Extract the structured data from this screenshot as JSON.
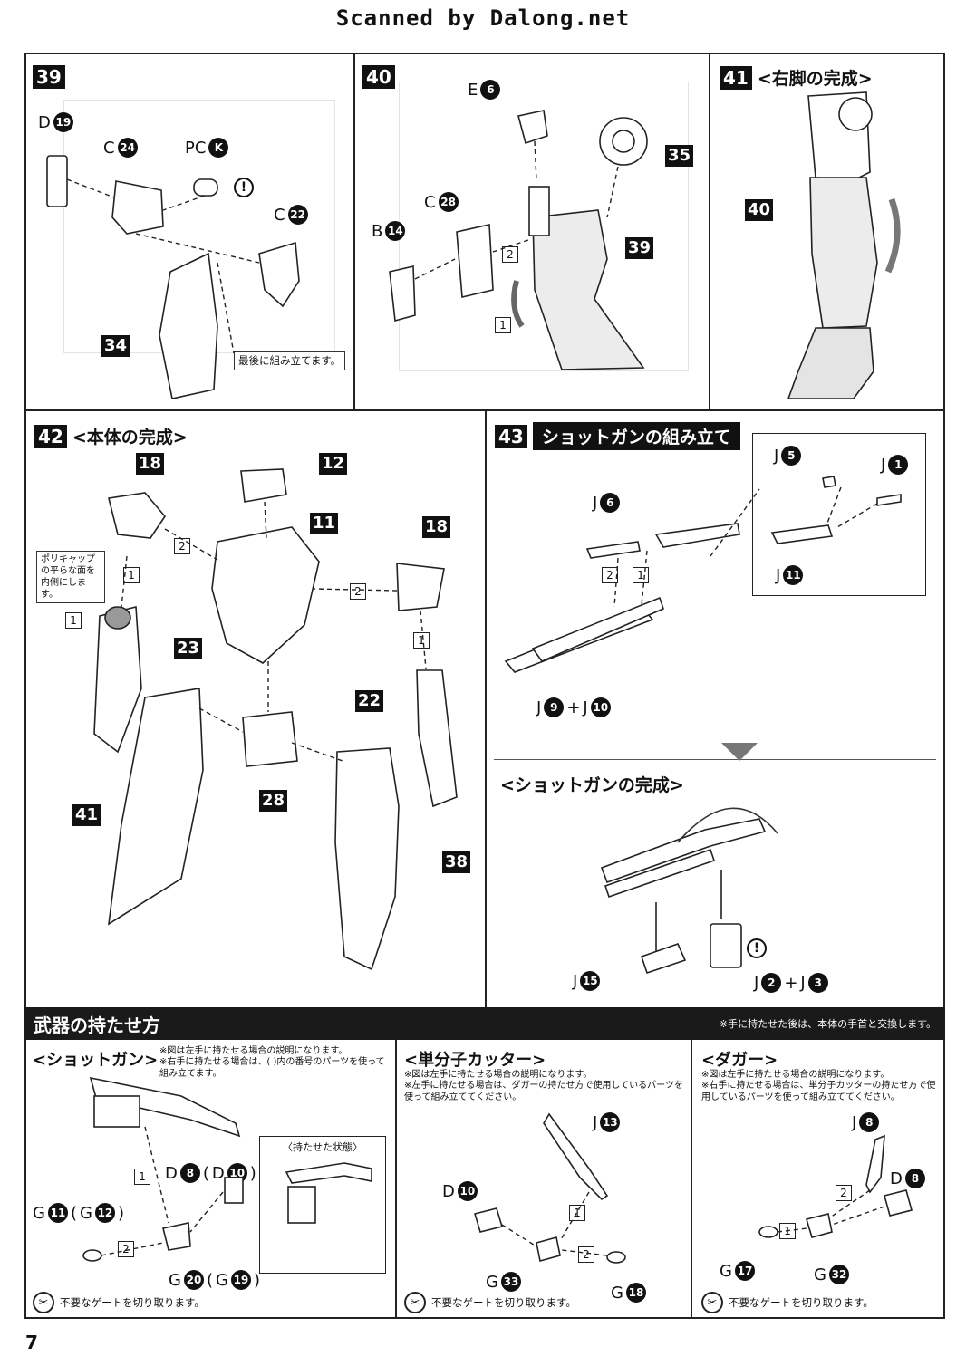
{
  "scan_header": "Scanned by Dalong.net",
  "steps": {
    "s39": {
      "num": "39",
      "parts": {
        "d19": "D",
        "d19n": "19",
        "c24": "C",
        "c24n": "24",
        "pck": "PC",
        "pckn": "K",
        "c22": "C",
        "c22n": "22",
        "p34": "34"
      },
      "note": "最後に組み立てます。"
    },
    "s40": {
      "num": "40",
      "parts": {
        "e6": "E",
        "e6n": "6",
        "p35": "35",
        "c28": "C",
        "c28n": "28",
        "b14": "B",
        "b14n": "14",
        "p39": "39"
      },
      "seq": [
        "1",
        "2"
      ]
    },
    "s41": {
      "num": "41",
      "title": "<右脚の完成>",
      "parts": {
        "p40": "40"
      }
    },
    "s42": {
      "num": "42",
      "title": "<本体の完成>",
      "parts": {
        "p18a": "18",
        "p12": "12",
        "p11": "11",
        "p18b": "18",
        "p23": "23",
        "p22": "22",
        "p41": "41",
        "p28": "28",
        "p38": "38"
      },
      "note": "ポリキャップの平らな面を内側にします。",
      "seq": [
        "1",
        "2"
      ]
    },
    "s43": {
      "num": "43",
      "title": "ショットガンの組み立て",
      "parts": {
        "j5": "J",
        "j5n": "5",
        "j1": "J",
        "j1n": "1",
        "j6": "J",
        "j6n": "6",
        "j11": "J",
        "j11n": "11",
        "j9": "J",
        "j9n": "9",
        "j10": "J",
        "j10n": "10",
        "j15": "J",
        "j15n": "15",
        "j2": "J",
        "j2n": "2",
        "j3": "J",
        "j3n": "3"
      },
      "complete_title": "<ショットガンの完成>",
      "seq": [
        "1",
        "2"
      ]
    }
  },
  "weapons": {
    "title": "武器の持たせ方",
    "note": "※手に持たせた後は、本体の手首と交換します。",
    "shotgun": {
      "title": "<ショットガン>",
      "notes": [
        "※図は左手に持たせる場合の説明になります。",
        "※右手に持たせる場合は、( )内の番号のパーツを使って組み立てます。"
      ],
      "held_label": "〈持たせた状態〉",
      "parts": {
        "d8": "D",
        "d8n": "8",
        "d10": "D",
        "d10n": "10",
        "g11": "G",
        "g11n": "11",
        "g12": "G",
        "g12n": "12",
        "g20": "G",
        "g20n": "20",
        "g19": "G",
        "g19n": "19"
      },
      "gate": "不要なゲートを切り取ります。"
    },
    "cutter": {
      "title": "<単分子カッター>",
      "notes": [
        "※図は左手に持たせる場合の説明になります。",
        "※左手に持たせる場合は、ダガーの持たせ方で使用しているパーツを使って組み立ててください。"
      ],
      "parts": {
        "j13": "J",
        "j13n": "13",
        "d10": "D",
        "d10n": "10",
        "g33": "G",
        "g33n": "33",
        "g18": "G",
        "g18n": "18"
      },
      "gate": "不要なゲートを切り取ります。"
    },
    "dagger": {
      "title": "<ダガー>",
      "notes": [
        "※図は左手に持たせる場合の説明になります。",
        "※右手に持たせる場合は、単分子カッターの持たせ方で使用しているパーツを使って組み立ててください。"
      ],
      "parts": {
        "j8": "J",
        "j8n": "8",
        "d8": "D",
        "d8n": "8",
        "g17": "G",
        "g17n": "17",
        "g32": "G",
        "g32n": "32"
      },
      "gate": "不要なゲートを切り取ります。"
    }
  },
  "page_number": "7"
}
